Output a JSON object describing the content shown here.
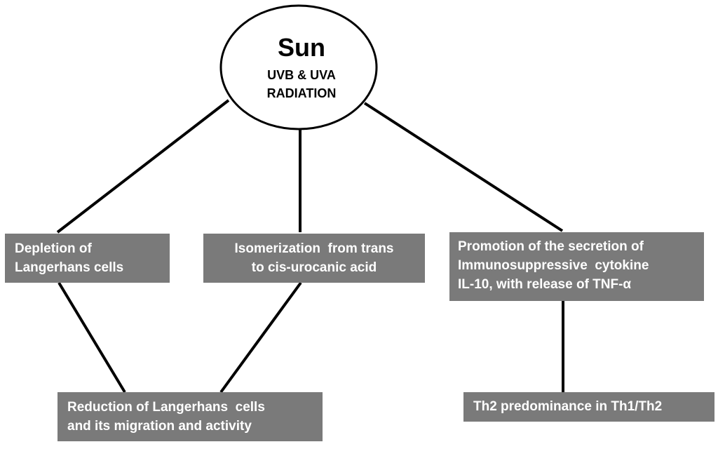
{
  "sun": {
    "title": "Sun",
    "subtitle_line1": "UVB & UVA",
    "subtitle_line2": "RADIATION"
  },
  "boxes": {
    "depletion": {
      "line1": "Depletion of",
      "line2": "Langerhans cells"
    },
    "isomerization": {
      "line1": "Isomerization  from trans",
      "line2": "to cis-urocanic acid"
    },
    "promotion": {
      "line1": "Promotion of the secretion of",
      "line2": "Immunosuppressive  cytokine",
      "line3": "IL-10, with release of TNF-α"
    },
    "reduction": {
      "line1": "Reduction of Langerhans  cells",
      "line2": "and its migration and activity"
    },
    "th2": {
      "line1": "Th2 predominance in Th1/Th2"
    }
  },
  "colors": {
    "box_fill": "#7a7a7a",
    "box_text": "#ffffff",
    "line": "#000000"
  }
}
